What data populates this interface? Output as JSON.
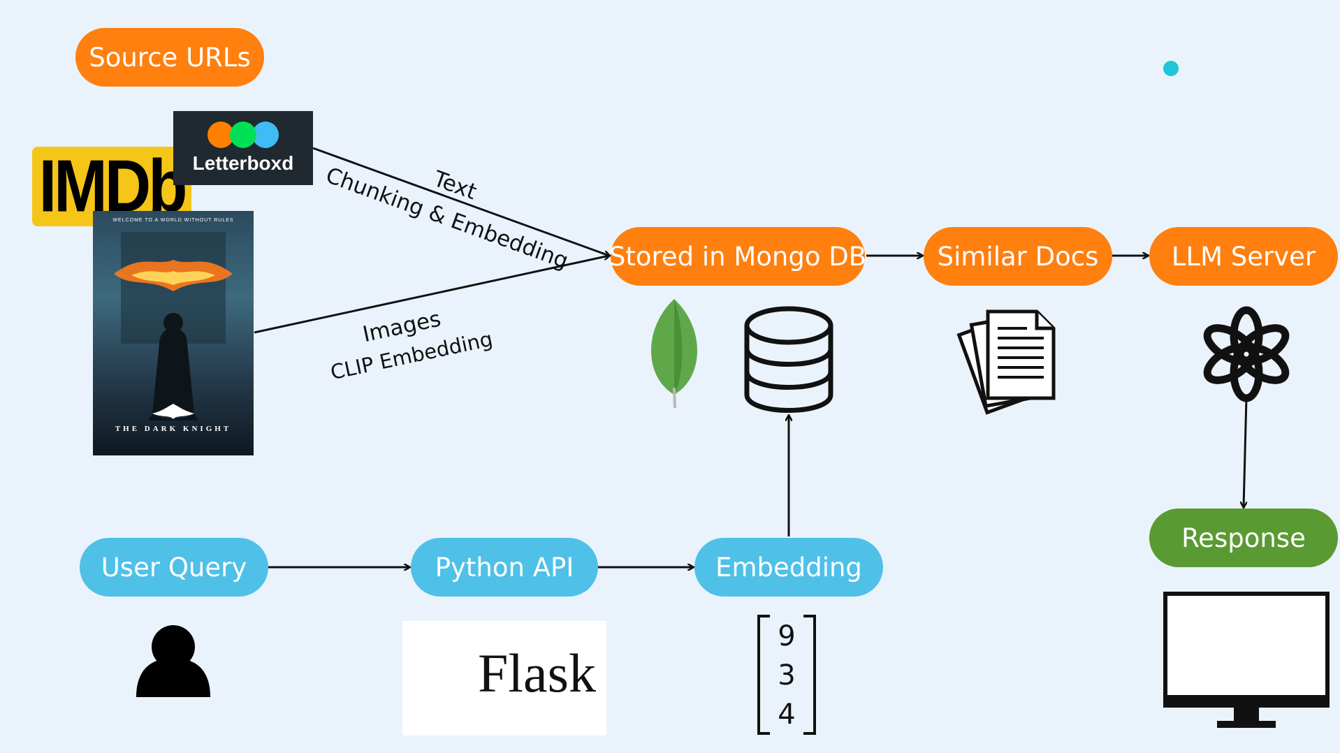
{
  "colors": {
    "background": "#eaf3fc",
    "orange": "#ff7f0f",
    "blue": "#4fc0e8",
    "green": "#5a9a33",
    "accent_dot": "#1fc6d6"
  },
  "nodes": {
    "source_urls": "Source URLs",
    "stored_mongo": "Stored in Mongo DB",
    "similar_docs": "Similar Docs",
    "llm_server": "LLM Server",
    "response": "Response",
    "user_query": "User Query",
    "python_api": "Python API",
    "embedding": "Embedding"
  },
  "edge_labels": {
    "text": "Text",
    "chunking": "Chunking & Embedding",
    "images": "Images",
    "clip": "CLIP Embedding"
  },
  "logos": {
    "imdb": "IMDb",
    "letterboxd": "Letterboxd",
    "flask": "Flask",
    "poster_tagline": "WELCOME TO A WORLD WITHOUT RULES",
    "poster_title": "THE DARK KNIGHT"
  },
  "embedding_vector": [
    "9",
    "3",
    "4"
  ],
  "icons": [
    "mongodb-leaf-icon",
    "database-icon",
    "documents-icon",
    "openai-icon",
    "user-icon",
    "monitor-icon"
  ]
}
